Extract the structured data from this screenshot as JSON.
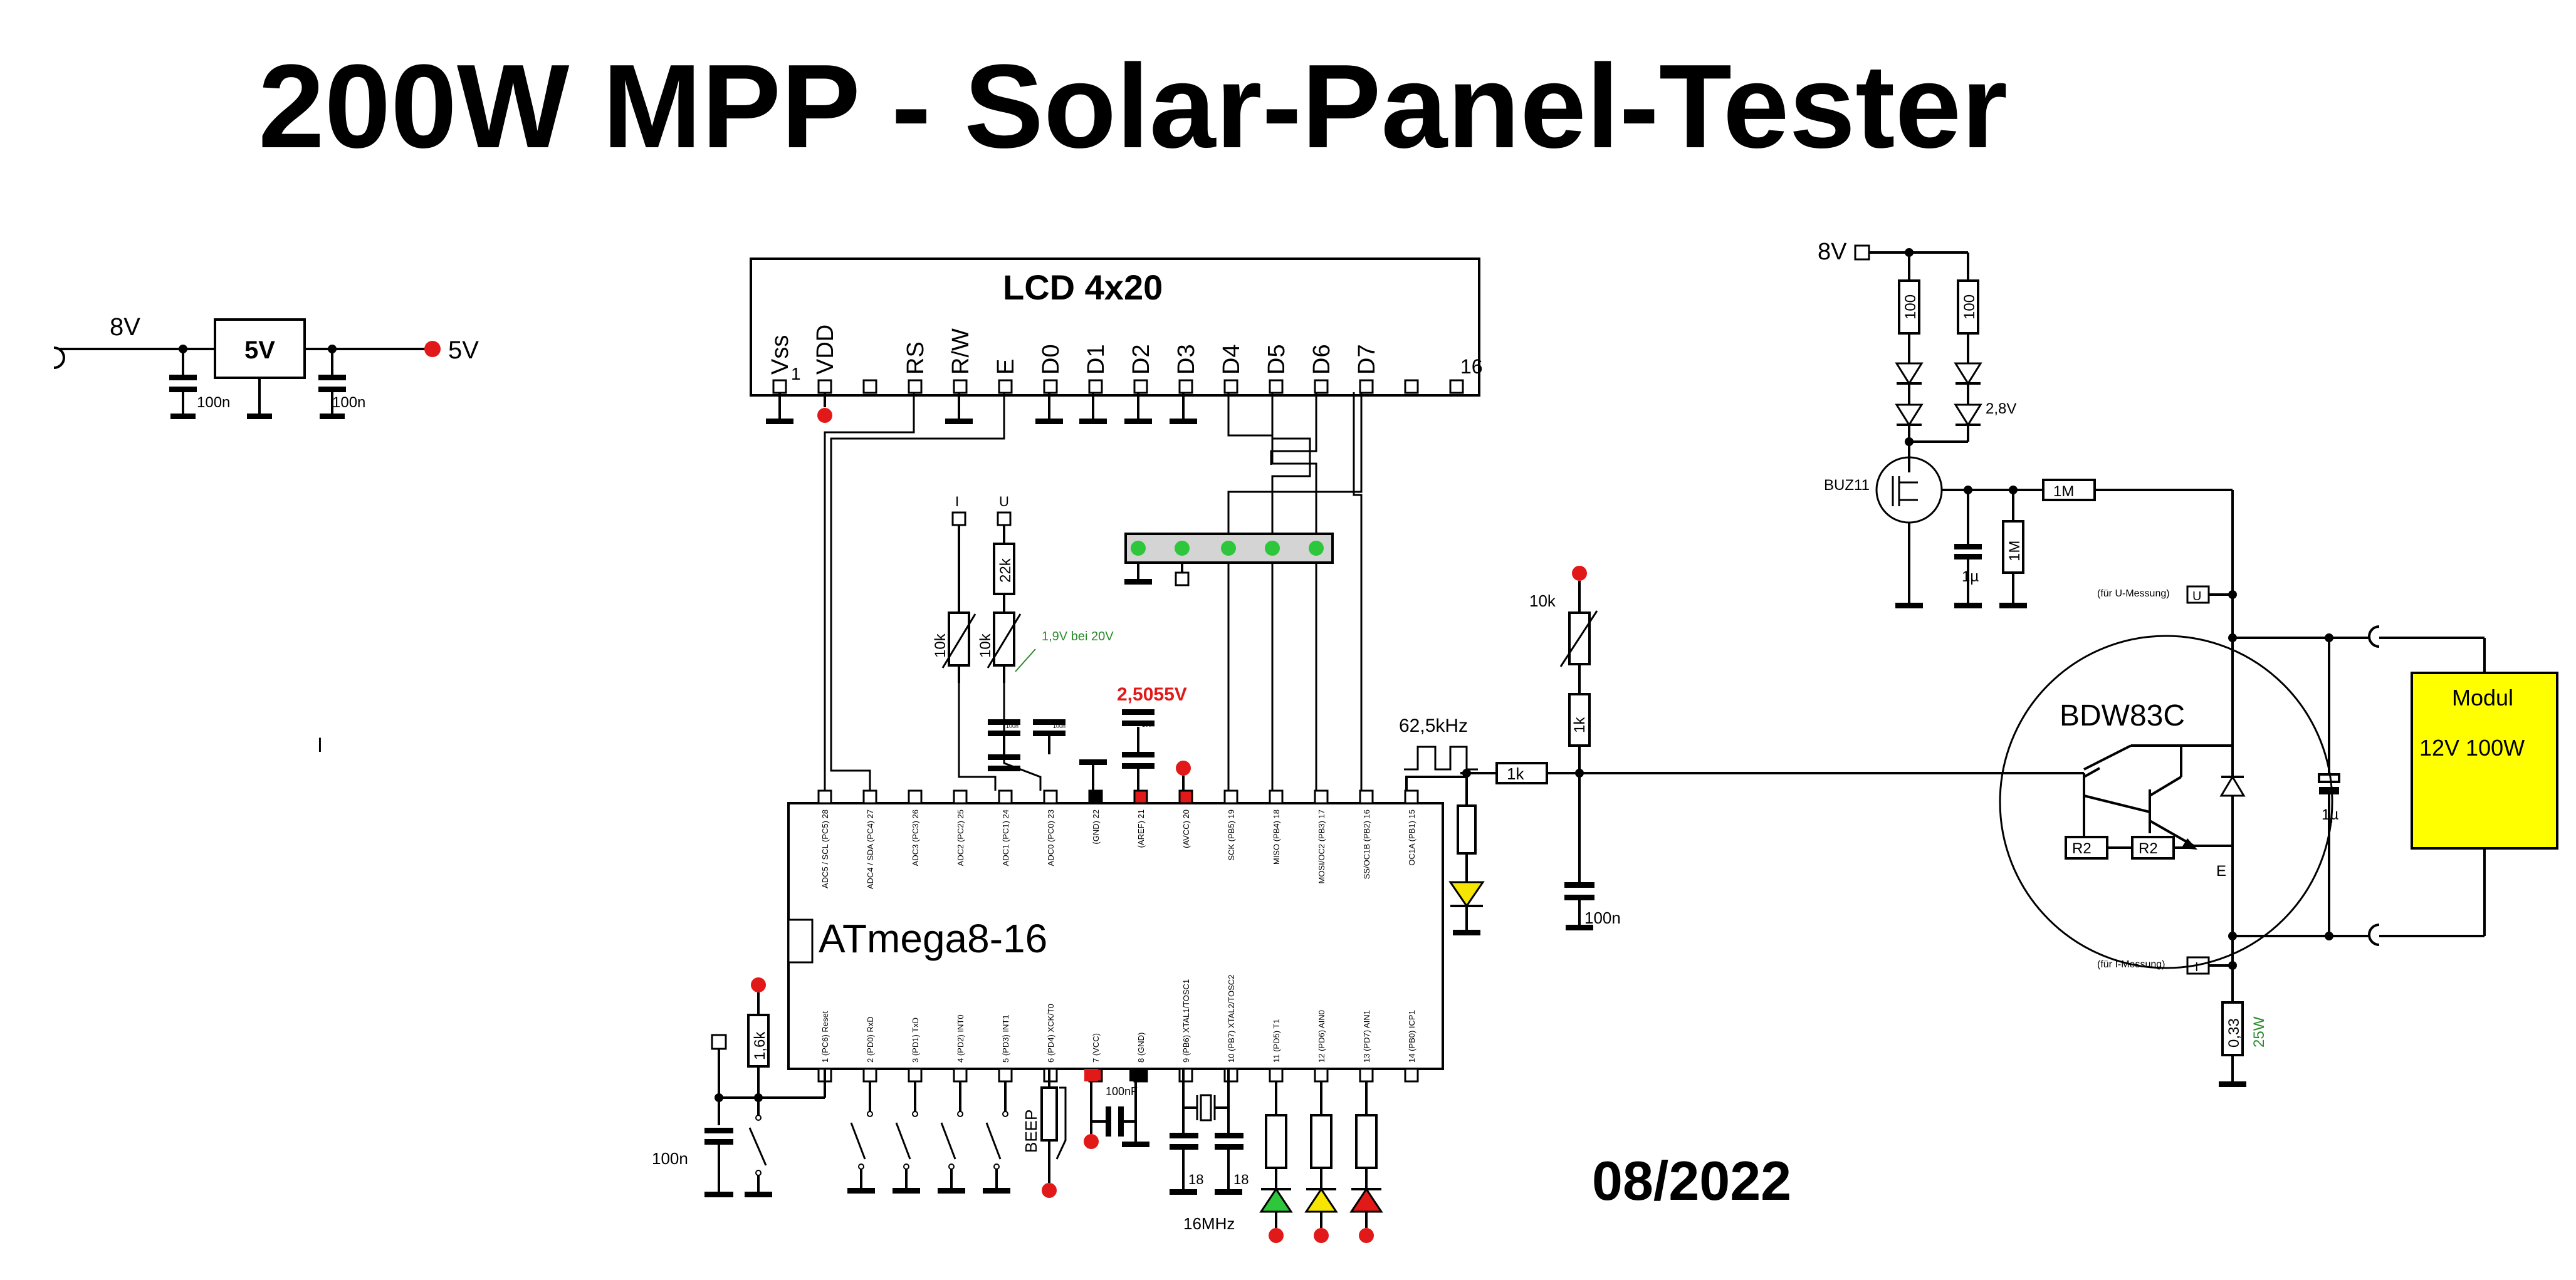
{
  "title": "200W MPP - Solar-Panel-Tester",
  "date": "08/2022",
  "colors": {
    "ink": "#000000",
    "highlight_red": "#e11919",
    "annotation_green": "#2a8a2a",
    "led_green": "#2ec63a",
    "led_yellow": "#f5e500",
    "led_red": "#e11919",
    "module_fill": "#ffff00",
    "header_fill": "#d4d4d4"
  },
  "regulator": {
    "label": "5V",
    "input": "8V",
    "output": "5V",
    "cap_in": "100n",
    "cap_out": "100n"
  },
  "lcd": {
    "label": "LCD 4x20",
    "pins": [
      "Vss",
      "VDD",
      "",
      "RS",
      "R/W",
      "E",
      "D0",
      "D1",
      "D2",
      "D3",
      "D4",
      "D5",
      "D6",
      "D7",
      "",
      ""
    ],
    "pin1": "1",
    "pin16": "16"
  },
  "mcu": {
    "label": "ATmega8-16",
    "top_pins": [
      "ADC5 / SCL (PC5) 28",
      "ADC4 / SDA (PC4) 27",
      "ADC3 (PC3) 26",
      "ADC2 (PC2) 25",
      "ADC1 (PC1) 24",
      "ADC0 (PC0) 23",
      "(GND) 22",
      "(AREF) 21",
      "(AVCC) 20",
      "SCK (PB5) 19",
      "MISO (PB4) 18",
      "MOSI/OC2 (PB3) 17",
      "SS/OC1B (PB2) 16",
      "OC1A (PB1) 15"
    ],
    "bottom_pins": [
      "1 (PC6) Reset",
      "2 (PD0) RxD",
      "3 (PD1) TxD",
      "4 (PD2) INT0",
      "5 (PD3) INT1",
      "6 (PD4) XCK/T0",
      "7 (VCC)",
      "8 (GND)",
      "9 (PB6) XTAL1/TOSC1",
      "10 (PB7) XTAL2/TOSC2",
      "11 (PD5) T1",
      "12 (PD6) AIN0",
      "13 (PD7) AIN1",
      "14 (PB0) ICP1"
    ]
  },
  "labels": {
    "u_input": "U",
    "i_input": "I",
    "r22k": "22k",
    "trim1": "10k",
    "trim2": "10k",
    "note_green": "1,9V bei 20V",
    "aref": "2,5055V",
    "cap_small": "100n",
    "pwm": "62,5kHz",
    "r1k_base": "1k",
    "trim_bias": "10k",
    "r1k_bias": "1k",
    "cap_bias": "100n",
    "reset_r": "1,6k",
    "reset_cap": "100n",
    "beep": "BEEP",
    "vcc_cap": "100nF",
    "crystal": "16MHz",
    "xcap1": "18",
    "xcap2": "18",
    "v8_top": "8V",
    "r100_a": "100",
    "r100_b": "100",
    "zener": "2,8V",
    "buz11": "BUZ11",
    "cap1u_gate": "1µ",
    "r1m_v": "1M",
    "r1m_h": "1M",
    "u_mess": "(für U-Messung)",
    "u_mess_box": "U",
    "i_mess": "(für I-Messung)",
    "i_mess_box": "I",
    "bdw": "BDW83C",
    "r2_a": "R2",
    "r2_b": "R2",
    "emitter": "E",
    "cap1u_out": "1µ",
    "shunt": "0,33",
    "shunt_power": "25W",
    "module_line1": "Modul",
    "module_line2": "12V 100W",
    "pin1": "1",
    "stray": "I"
  }
}
